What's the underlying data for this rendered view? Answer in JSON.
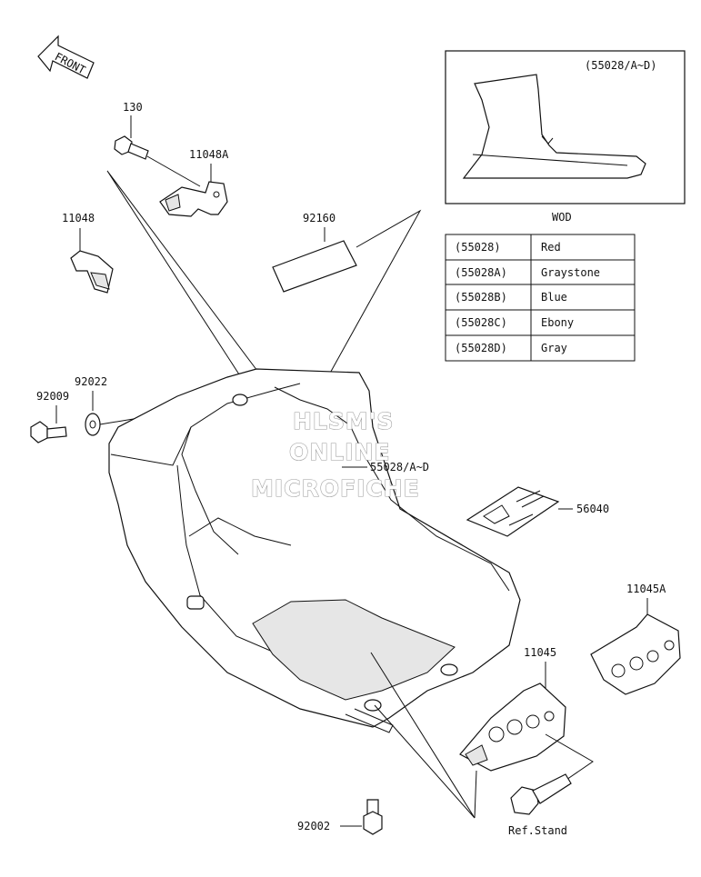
{
  "front_arrow_label": "FRONT",
  "inset": {
    "code": "(55028/A~D)",
    "caption": "WOD"
  },
  "color_table": [
    {
      "code": "(55028)",
      "color": "Red"
    },
    {
      "code": "(55028A)",
      "color": "Graystone"
    },
    {
      "code": "(55028B)",
      "color": "Blue"
    },
    {
      "code": "(55028C)",
      "color": "Ebony"
    },
    {
      "code": "(55028D)",
      "color": "Gray"
    }
  ],
  "callouts": {
    "p130": "130",
    "p11048A": "11048A",
    "p11048": "11048",
    "p92160": "92160",
    "p92022": "92022",
    "p92009": "92009",
    "p55028": "55028/A~D",
    "p56040": "56040",
    "p11045A": "11045A",
    "p11045": "11045",
    "p92002": "92002",
    "ref_stand": "Ref.Stand"
  },
  "watermark": {
    "line1": "HLSM'S",
    "line2": "ONLINE",
    "line3": "MICROFICHE"
  }
}
